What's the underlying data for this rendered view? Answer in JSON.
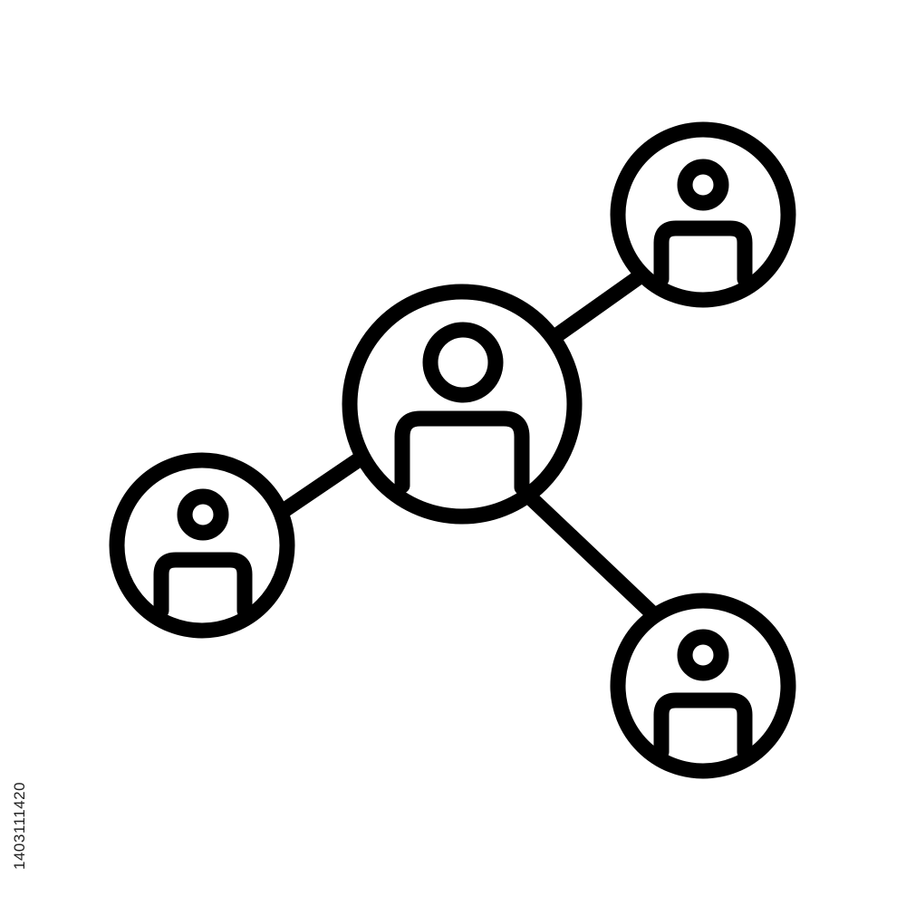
{
  "icon": {
    "name": "user-network-icon",
    "stroke_color": "#000000",
    "background_color": "#ffffff",
    "nodes": [
      {
        "id": "center",
        "role": "central-user"
      },
      {
        "id": "top-right",
        "role": "connected-user"
      },
      {
        "id": "left",
        "role": "connected-user"
      },
      {
        "id": "bottom-right",
        "role": "connected-user"
      }
    ]
  },
  "watermark": {
    "stock_id": "1403111420"
  }
}
